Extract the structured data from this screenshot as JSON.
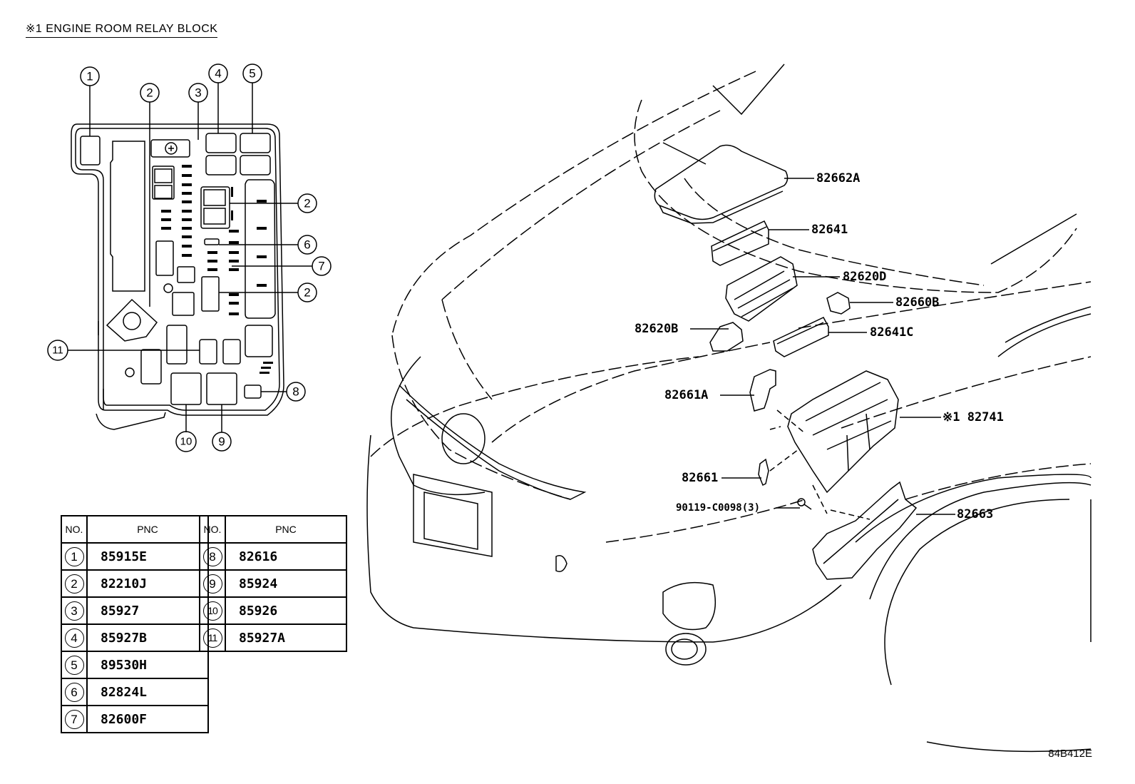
{
  "title": "※1 ENGINE ROOM RELAY BLOCK",
  "drawing_code": "84B412E",
  "relay_block": {
    "numbered_markers": [
      "1",
      "2",
      "3",
      "4",
      "5",
      "2",
      "6",
      "7",
      "2",
      "11",
      "8",
      "10",
      "9"
    ]
  },
  "pnc_table": {
    "headers": {
      "no": "NO.",
      "pnc": "PNC"
    },
    "left": [
      {
        "no": "1",
        "pnc": "85915E"
      },
      {
        "no": "2",
        "pnc": "82210J"
      },
      {
        "no": "3",
        "pnc": "85927"
      },
      {
        "no": "4",
        "pnc": "85927B"
      },
      {
        "no": "5",
        "pnc": "89530H"
      },
      {
        "no": "6",
        "pnc": "82824L"
      },
      {
        "no": "7",
        "pnc": "82600F"
      }
    ],
    "right": [
      {
        "no": "8",
        "pnc": "82616"
      },
      {
        "no": "9",
        "pnc": "85924"
      },
      {
        "no": "10",
        "pnc": "85926"
      },
      {
        "no": "11",
        "pnc": "85927A"
      }
    ]
  },
  "callouts": {
    "c82662A": "82662A",
    "c82641": "82641",
    "c82620D": "82620D",
    "c82660B": "82660B",
    "c82620B": "82620B",
    "c82641C": "82641C",
    "c82661A": "82661A",
    "c82741": "※1 82741",
    "c82661": "82661",
    "c90119": "90119-C0098(3)",
    "c82663": "82663"
  }
}
